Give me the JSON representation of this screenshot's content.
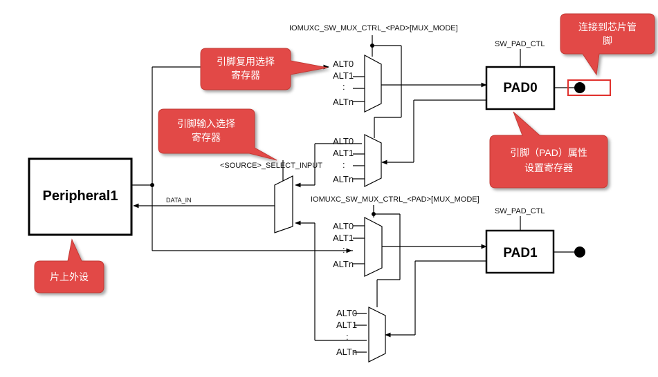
{
  "diagram": {
    "peripheral_label": "Peripheral1",
    "pads": [
      {
        "name": "PAD0",
        "ctl_label": "SW_PAD_CTL"
      },
      {
        "name": "PAD1",
        "ctl_label": "SW_PAD_CTL"
      }
    ],
    "mux_ctrl_label": "IOMUXC_SW_MUX_CTRL_<PAD>[MUX_MODE]",
    "select_input_label": "<SOURCE>_SELECT_INPUT",
    "data_in_label": "DATA_IN",
    "mux_inputs": [
      "ALT0",
      "ALT1",
      ":",
      "ALTn"
    ]
  },
  "callouts": {
    "mux_select": [
      "引脚复用选择",
      "寄存器"
    ],
    "input_select": [
      "引脚输入选择",
      "寄存器"
    ],
    "pad_attr": [
      "引脚（PAD）属性",
      "设置寄存器"
    ],
    "chip_pin": [
      "连接到芯片管",
      "脚"
    ],
    "onchip_peripheral": [
      "片上外设"
    ]
  },
  "colors": {
    "callout_fill": "#e24a46",
    "callout_border": "#c23a36",
    "highlight_rect": "#e0302c"
  }
}
